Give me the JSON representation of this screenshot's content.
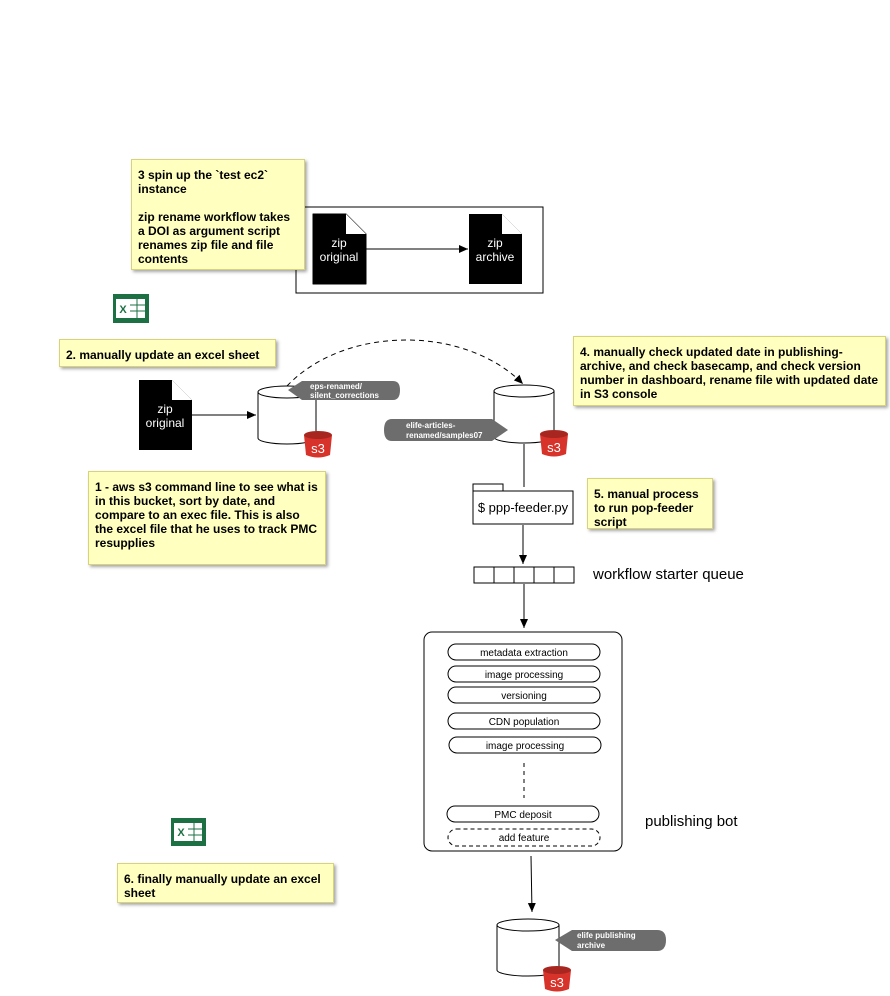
{
  "notes": {
    "step1": "1 - aws s3 command line to see what is in this bucket, sort by date, and compare to an exec file. This is also the excel file that he uses to track PMC resupplies",
    "step2": "2. manually update an excel sheet",
    "step3": "3 spin up the `test ec2` instance\n\nzip rename workflow takes a DOI as argument script renames zip file and file contents",
    "step4": "4. manually check updated date in publishing-archive, and check basecamp, and check version number in dashboard, rename file with updated date in S3 console",
    "step5": "5. manual process to run pop-feeder script",
    "step6": "6. finally manually update an excel sheet"
  },
  "files": {
    "zip_original_top": [
      "zip",
      "original"
    ],
    "zip_archive": [
      "zip",
      "archive"
    ],
    "zip_original_left": [
      "zip",
      "original"
    ]
  },
  "buckets": {
    "eps_renamed": [
      "eps-renamed/",
      "silent_corrections"
    ],
    "elife_articles": [
      "elife-articles-",
      "renamed/samples07"
    ],
    "publishing_archive": [
      "elife publishing",
      "archive"
    ],
    "s3_label": "s3"
  },
  "feeder": {
    "command": "$ ppp-feeder.py"
  },
  "queue": {
    "label": "workflow starter queue"
  },
  "bot": {
    "label": "publishing bot",
    "tasks": [
      "metadata extraction",
      "image processing",
      "versioning",
      "CDN population",
      "image processing",
      "PMC deposit",
      "add feature"
    ]
  },
  "colors": {
    "note_bg": "#ffffc0",
    "s3_red": "#d7332a",
    "excel_green": "#1d7044",
    "tag_gray": "#6d6d6d"
  },
  "icons": [
    "excel-icon",
    "zip-file-icon",
    "s3-bucket-icon",
    "cylinder-icon"
  ]
}
